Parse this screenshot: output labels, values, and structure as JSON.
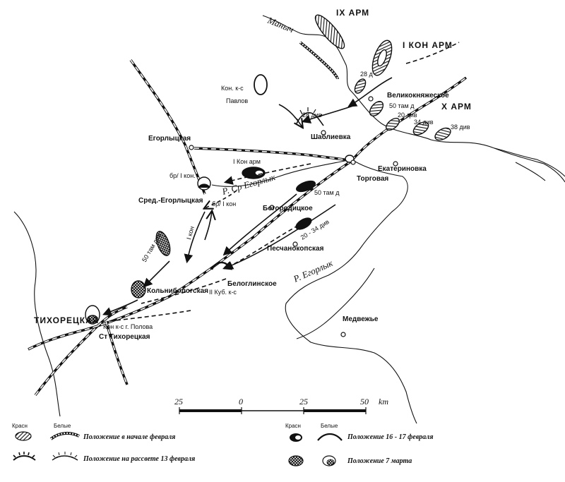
{
  "colors": {
    "ink": "#111111",
    "paper": "#ffffff",
    "hatch": "#111111"
  },
  "armies": {
    "ix_arm": "IX АРМ",
    "i_kon_arm": "I КОН АРМ",
    "x_arm": "Х АРМ",
    "i_kon_arm_small": "I Кон арм",
    "i_kon_vert": "I кон",
    "kon_ks_pavlov_1": "Кон. к-с",
    "kon_ks_pavlov_2": "Павлов",
    "kon_ks_polova": "Кон к-с г. Полова",
    "ii_kub_ks": "II Куб. к-с"
  },
  "divisions": {
    "d28a": "28 д",
    "d28b": "28 див",
    "d50a": "50 там д",
    "d20a": "20 див",
    "d34": "34 див",
    "d38": "38 див",
    "d50b": "50 там д",
    "d20_34": "20 - 34 див",
    "d50c": "50 там див",
    "br1a": "бр/ I кон.",
    "br1b": "бр/ I кон"
  },
  "places": {
    "egorlytskaya": "Егорлыцкая",
    "sred_egorlytskaya": "Сред.-Егорлыцкая",
    "velikoknyazheskoe": "Великокняжеское",
    "shablievka": "Шаблиевка",
    "ekaterinovka": "Екатериновка",
    "torgovaya": "Торговая",
    "bogoroditskoe": "Богородицкое",
    "peschanokopskaya": "Песчанокопская",
    "belaya_glina": "Белоглинское",
    "kolnibolotskaya": "Кольнибологская",
    "tikhoretskaya": "ТИХОРЕЦКАЯ",
    "st_tikhoretskaya": "Ст Тихорецкая",
    "medvezhye": "Медвежье"
  },
  "rivers": {
    "manych": "Маныч",
    "sr_egorlyk": "Р. Ср Егорлык",
    "egorlyk": "Р. Егорлык"
  },
  "scale": {
    "ticks": [
      "25",
      "0",
      "25",
      "50"
    ],
    "unit": "km"
  },
  "legend": {
    "hdr_red": "Красн",
    "hdr_white": "Белые",
    "item1": "Положение в начале февраля",
    "item2": "Положение на рассвете 13 февраля",
    "item3": "Положение 16 - 17 февраля",
    "item4": "Положение 7 марта"
  }
}
